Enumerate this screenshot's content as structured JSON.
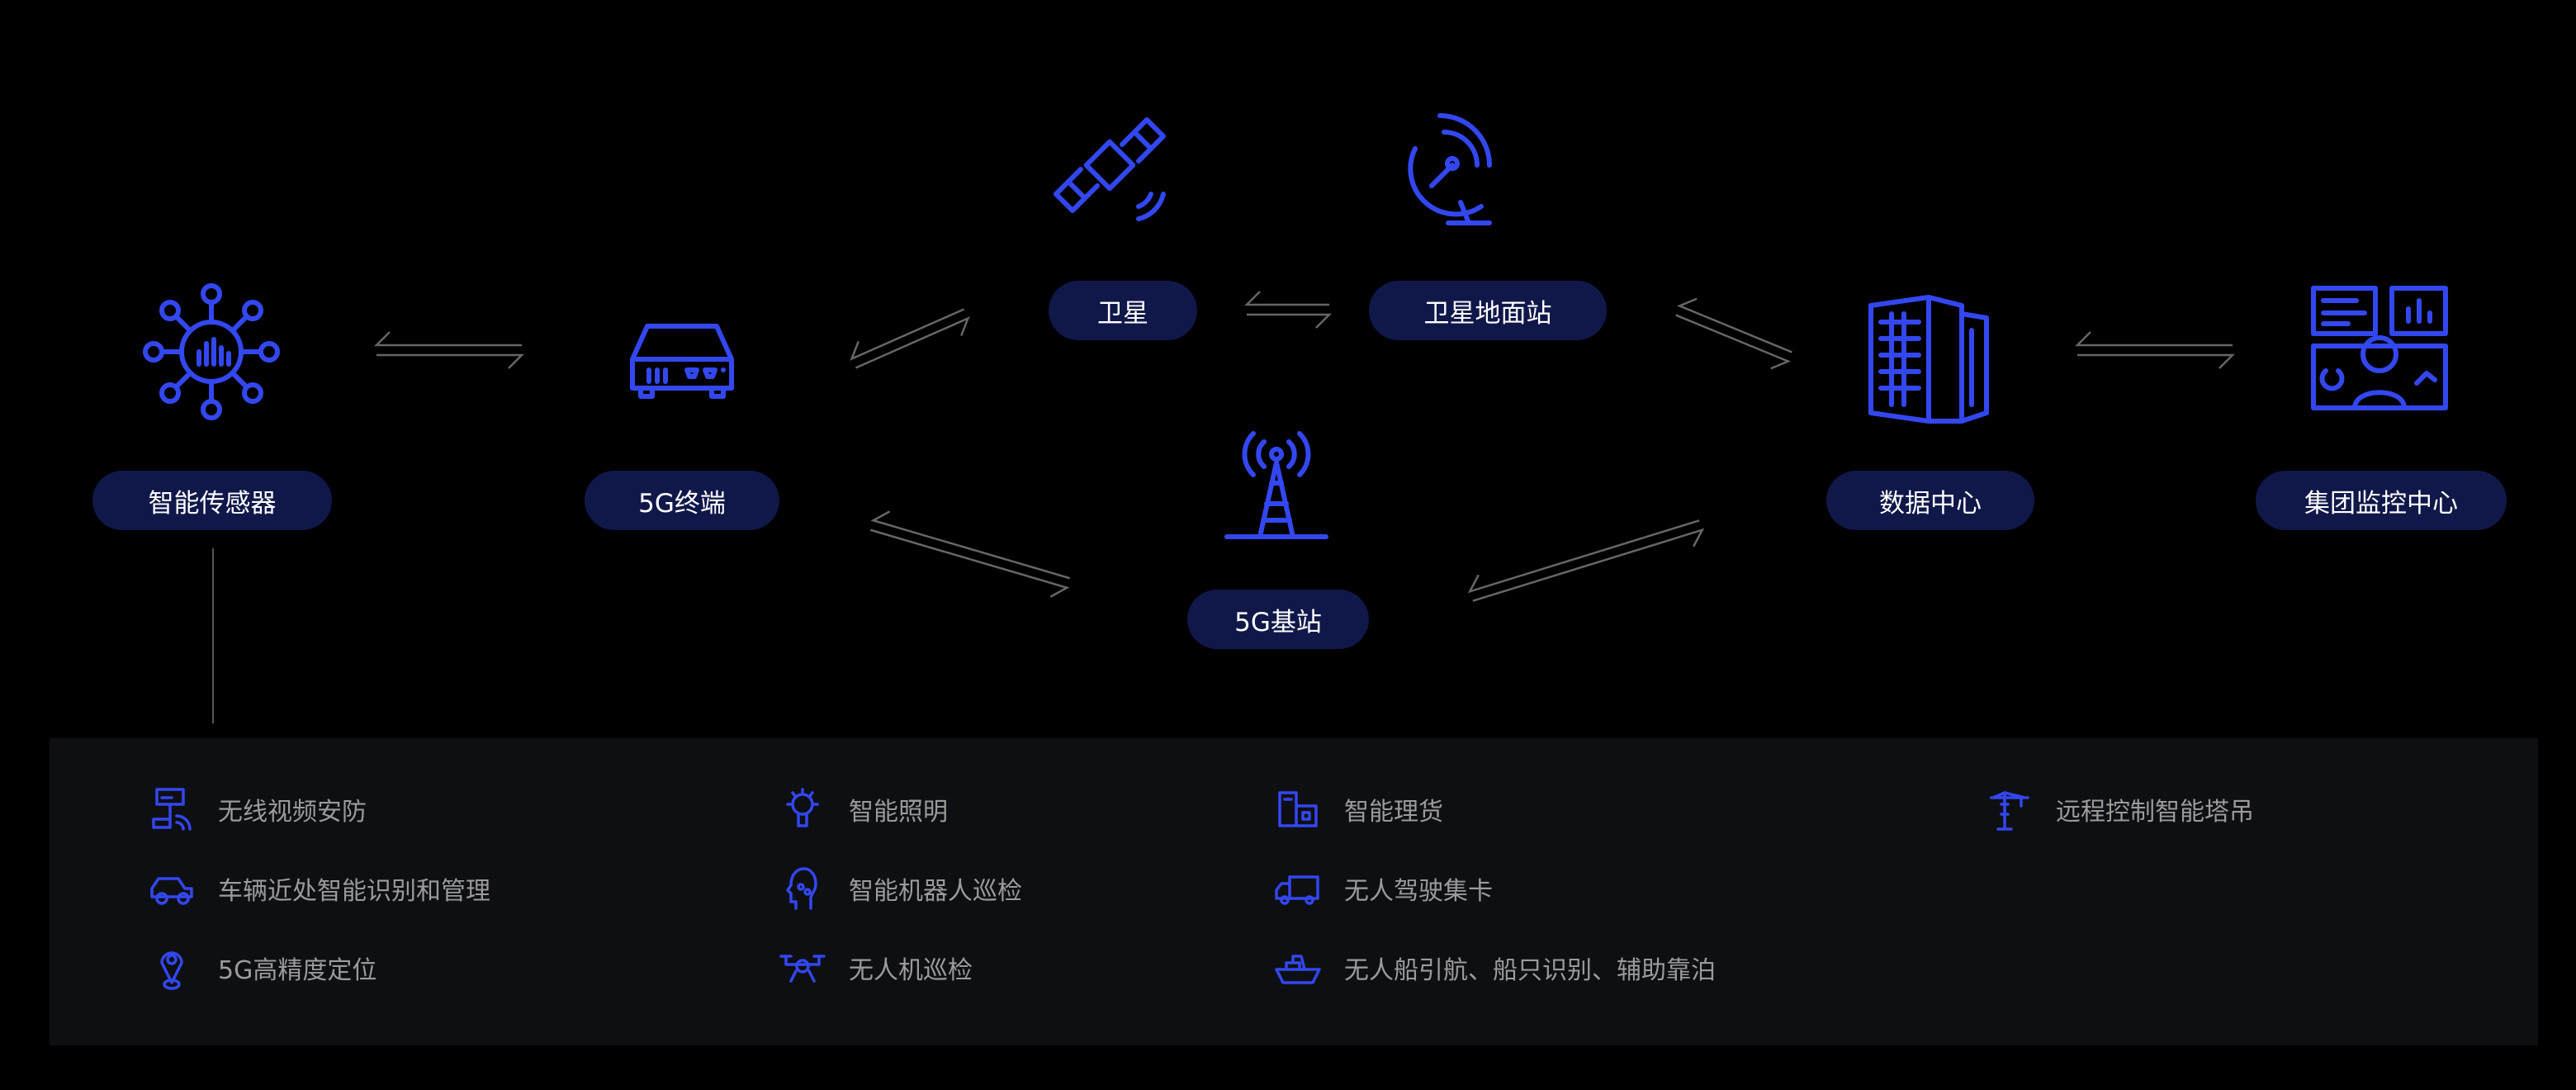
{
  "nodes": {
    "sensor": "智能传感器",
    "terminal": "5G终端",
    "satellite": "卫星",
    "ground_station": "卫星地面站",
    "base_station": "5G基站",
    "data_center": "数据中心",
    "monitor_center": "集团监控中心"
  },
  "applications": [
    {
      "label": "无线视频安防",
      "icon": "cctv-camera-icon"
    },
    {
      "label": "车辆近处智能识别和管理",
      "icon": "car-icon"
    },
    {
      "label": "5G高精度定位",
      "icon": "location-pin-icon"
    },
    {
      "label": "智能照明",
      "icon": "light-bulb-icon"
    },
    {
      "label": "智能机器人巡检",
      "icon": "robot-head-icon"
    },
    {
      "label": "无人机巡检",
      "icon": "drone-icon"
    },
    {
      "label": "智能理货",
      "icon": "warehouse-icon"
    },
    {
      "label": "无人驾驶集卡",
      "icon": "truck-icon"
    },
    {
      "label": "无人船引航、船只识别、辅助靠泊",
      "icon": "ship-icon"
    },
    {
      "label": "远程控制智能塔吊",
      "icon": "tower-crane-icon"
    }
  ],
  "colors": {
    "accent": "#3347f0",
    "pill": "#10184a",
    "panel": "#0e0f13",
    "text": "#9b9b9b"
  }
}
